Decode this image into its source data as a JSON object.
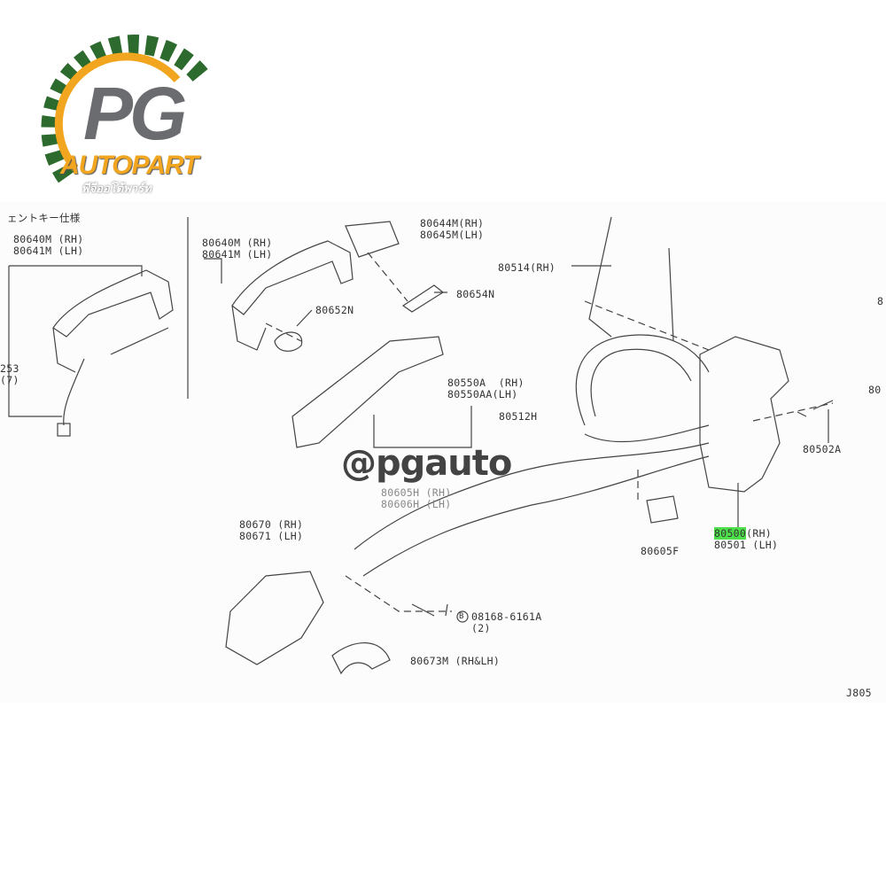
{
  "logo": {
    "brand": "PG",
    "name": "AUTOPART",
    "thai": "พีจีออโต้พาร์ท",
    "colors": {
      "gear": "#2c6a2e",
      "arc": "#f2a51e",
      "letters": "#6b6c70"
    }
  },
  "watermark": "@pgauto",
  "labels": {
    "inset_title": "ェントキー仕様",
    "inset_handle": "80640M (RH)\n80641M (LH)",
    "inset_partial": "253\n(7)",
    "handle": "80640M (RH)\n80641M (LH)",
    "handle_cover": "80644M(RH)\n80645M(LH)",
    "rod": "80514(RH)",
    "gasket": "80654N",
    "grommet": "80652N",
    "bracket": "80550A  (RH)\n80550AA(LH)",
    "clip": "80512H",
    "screw": "80502A",
    "cable_hidden": "80605H (RH)\n80606H (LH)",
    "inner_handle": "80670 (RH)\n80671 (LH)",
    "lock_rh": "80500",
    "lock_rh_suffix": "(RH)",
    "lock_lh": "80501 (LH)",
    "clip2": "80605F",
    "bolt": "08168-6161A\n(2)",
    "bolt_marker": "B",
    "escutcheon": "80673M (RH&LH)",
    "ref": "J805",
    "right_top": "8",
    "right_mid": "80"
  },
  "highlight_color": "#4ee04a"
}
